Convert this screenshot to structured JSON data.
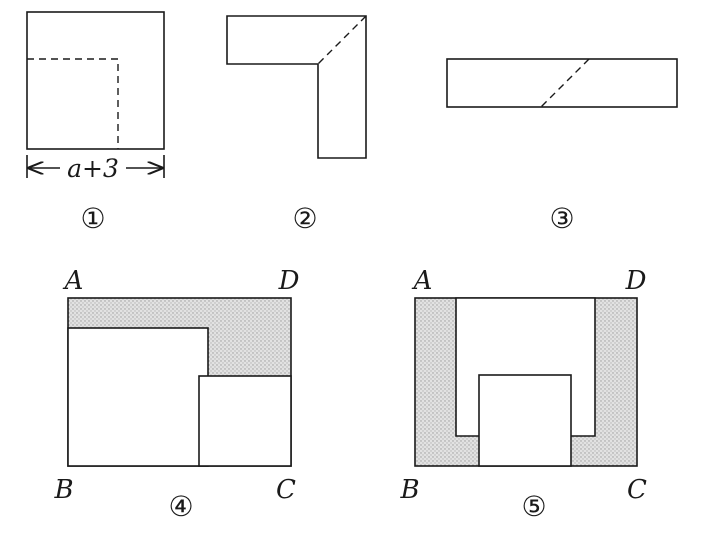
{
  "figure1": {
    "dimension_label": "a+3",
    "caption": "①"
  },
  "figure2": {
    "caption": "②"
  },
  "figure3": {
    "caption": "③"
  },
  "figure4": {
    "corner_a": "A",
    "corner_b": "B",
    "corner_c": "C",
    "corner_d": "D",
    "caption": "④"
  },
  "figure5": {
    "corner_a": "A",
    "corner_b": "B",
    "corner_c": "C",
    "corner_d": "D",
    "caption": "⑤"
  },
  "colors": {
    "ink": "#1a1a1a",
    "shade": "#d9d9d9"
  }
}
